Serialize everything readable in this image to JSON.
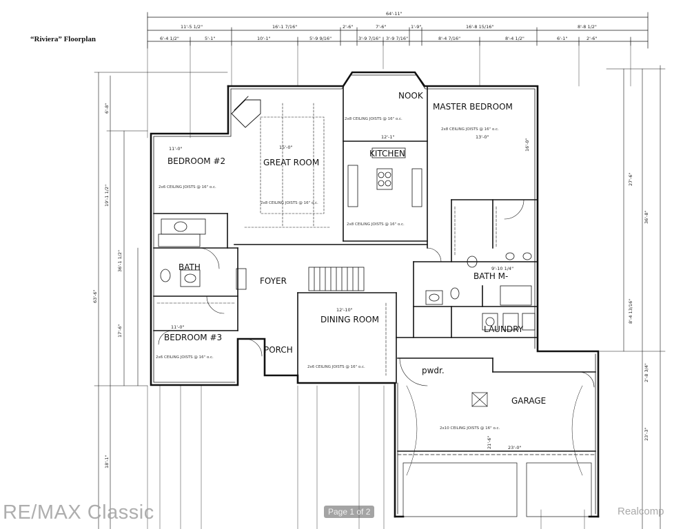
{
  "header": {
    "title": "“Riviera” Floorplan"
  },
  "rooms": {
    "nook": "NOOK",
    "master_bedroom": "MASTER BEDROOM",
    "kitchen": "KITCHEN",
    "great_room": "GREAT ROOM",
    "bedroom2": "BEDROOM #2",
    "bath": "BATH",
    "foyer": "FOYER",
    "dining_room": "DINING ROOM",
    "bath_m": "BATH M-",
    "laundry": "LAUNDRY",
    "bedroom3": "BEDROOM #3",
    "porch": "PORCH",
    "pwdr": "pwdr.",
    "garage": "GARAGE"
  },
  "joist_notes": {
    "master": "2x8 CEILING JOISTS @ 16\" o.c.",
    "nook": "2x8 CEILING JOISTS @ 16\" o.c.",
    "bedroom2": "2x6 CEILING JOISTS @ 16\" o.c.",
    "great_room": "2x8 CEILING JOISTS @ 16\" o.c.",
    "kitchen": "2x8 CEILING JOISTS @ 16\" o.c.",
    "bedroom3": "2x6 CEILING JOISTS @ 16\" o.c.",
    "dining": "2x6 CEILING JOISTS @ 16\" o.c.",
    "garage": "2x10 CEILING JOISTS @ 16\" o.c."
  },
  "dimensions": {
    "overall_width": "64'-11\"",
    "overall_depth": "63'-6\"",
    "top_row1": [
      "11'-5 1/2\"",
      "16'-1 7/16\"",
      "2'-6\"",
      "7'-6\"",
      "1'-9\"",
      "16'-8 15/16\"",
      "8'-8 1/2\""
    ],
    "top_row2": [
      "6'-4 1/2\"",
      "5'-1\"",
      "10'-1\"",
      "5'-9 9/16\"",
      "3'-9 7/16\"",
      "3'-9 7/16\"",
      "8'-4 7/16\"",
      "8'-4 1/2\"",
      "6'-1\"",
      "2'-6\""
    ],
    "right_side": [
      "27'-6\"",
      "36'-8\"",
      "8'-4 13/16\"",
      "2'-8 3/4\"",
      "23'-3\""
    ],
    "left_side": [
      "6'-8\"",
      "19'-1 1/2\"",
      "36'-1 1/2\"",
      "17'-6\"",
      "18'-1\""
    ],
    "interior": {
      "bedroom2_w": "11'-0\"",
      "master_w": "13'-0\"",
      "master_d": "16'-0\"",
      "great_w": "15'-0\"",
      "kitchen_w": "12'-1\"",
      "dining_w": "12'-10\"",
      "bedroom3_w": "11'-0\"",
      "garage_w": "23'-0\"",
      "garage_d": "21'-6\"",
      "bathm_w": "9'-10 1/4\""
    }
  },
  "watermarks": {
    "left": "RE/MAX Classic",
    "right": "Realcomp"
  },
  "pager": {
    "label": "Page 1 of 2"
  }
}
